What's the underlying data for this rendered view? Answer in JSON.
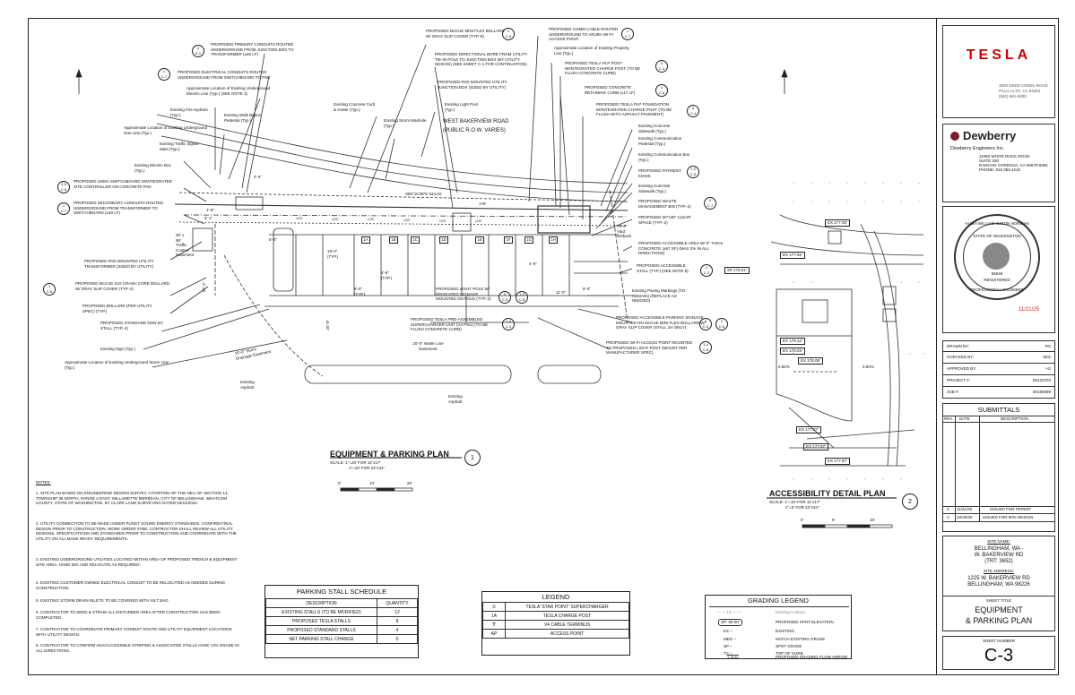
{
  "plan": {
    "road_name": "WEST BAKERVIEW ROAD",
    "road_note": "(PUBLIC R.O.W. VARIES)",
    "title": "EQUIPMENT & PARKING PLAN",
    "number": "1",
    "scale1": "SCALE: 1\"=20' FOR 11\"x17\"",
    "scale2": "1\"=10' FOR 22\"x34\"",
    "bar": [
      "0'",
      "10'",
      "20'"
    ],
    "bearing": "S89°16'38\"E  534.81'",
    "callouts_left": [
      "PROPOSED PRIMARY CONDUITS ROUTED UNDERGROUND FROM JUNCTION BOX TO TRANSFORMER (±65 LF)",
      "PROPOSED ELECTRICAL CONDUITS ROUTED UNDERGROUND FROM SWITCHBOARD TO PSU",
      "Approximate Location of Existing Underground Electric Line (Typ.) (SEE NOTE 3)",
      "Existing Fire Hydrant (Typ.)",
      "Existing Walk Button Pedestal (Typ.)",
      "Approximate Location of Existing Underground Gas Line (Typ.)",
      "Existing Traffic Signal Mast (Typ.)",
      "Existing Electric Box (Typ.)",
      "PROPOSED 1600A SWITCHBOARD W/INTEGRATED SITE CONTROLLER ON CONCRETE PAD",
      "PROPOSED SECONDARY CONDUITS ROUTED UNDERGROUND FROM TRANSFORMER TO SWITCHBOARD (±20 LF)",
      "PROPOSED PAD MOUNTED UTILITY TRANSFORMER (SIZED BY UTILITY)",
      "PROPOSED McCUE S10 CRASH CORE BOLLARD W/ GRAY SLIP COVER (TYP.-2)",
      "PROPOSED BOLLARD (PER UTILITY SPEC) (TYP.)",
      "PROPOSED STANDARD NON-EV STALL (TYP.-4)",
      "Existing Sign (Typ.)",
      "Approximate Location of Existing Underground Storm Line (Typ.)"
    ],
    "callouts_right": [
      "PROPOSED COMM CABLE ROUTED UNDERGROUND TO ARUBA WI-FI ACCESS POINT",
      "Approximate Location of Existing Property Line (Typ.)",
      "PROPOSED TESLA PLP POST W/INTEGRATED CHARGE POST (TO BE FLUSH CONCRETE CURB)",
      "PROPOSED CONCRETE RETAINING CURB (±17 LF)",
      "PROPOSED TESLA PLP FOUNDATION W/INTEGRATED CHARGE POST (TO BE FLUSH WITH ASPHALT PAVEMENT)",
      "Existing Concrete Sidewalk (Typ.)",
      "Existing Communication Pedestal (Typ.)",
      "Existing Communication Box (Typ.)",
      "PROPOSED PAYMENT KIOSK",
      "Existing Concrete Sidewalk (Typ.)",
      "PROPOSED WASTE MANAGEMENT BIN (TYP.-2)",
      "PROPOSED 30\"x48\" CLEAR SPACE (TYP.-2)",
      "PROPOSED ACCESSIBLE AREA W/ 6\" THICK CONCRETE (±57 SF) (MAX 2% IN ALL DIRECTIONS)",
      "PROPOSED ACCESSIBLE STALL (TYP.) (SEE NOTE 8)",
      "Existing Paving Markings (TO REMAIN) (REPLACE AS NEEDED)",
      "PROPOSED ACCESSIBLE PARKING SIGNAGE MOUNTED ON McCUE MINI FLEX BOLLARD W/ GRAY SLIP COVER (STALL 1H ONLY)",
      "PROPOSED WI-FI ACCESS POINT MOUNTED TO PROPOSED LIGHT POST (MOUNT PER MANUFACTURER SPEC)"
    ],
    "callouts_center": [
      "PROPOSED McCUE MINI FLEX BOLLARD W/ GRAY SLIP COVER (TYP.-5)",
      "PROPOSED DIRECTIONAL BORE FROM UTILITY TIE-IN POLE TO JUNCTION BOX (BY UTILITY DESIGN) (SEE SHEET C-1 FOR CONTINUATION)",
      "PROPOSED PAD MOUNTED UTILITY JUNCTION BOX (SIZED BY UTILITY)",
      "Existing Light Post (Typ.)",
      "Existing Concrete Curb & Gutter (Typ.)",
      "Existing Storm Manhole (Typ.)",
      "PROPOSED LIGHT POLE W/ DEDICATED SIGNAGE MOUNTED ON POLE (TYP.-2)",
      "PROPOSED TESLA PRE-ASSEMBLED SUPERCHARGER UNIT (V4 PSU) (TO BE FLUSH CONCRETE CURB)",
      "Existing Asphalt",
      "Existing Asphalt",
      "20'-0\" Water Line Easement",
      "15'-0\" Storm Drainage Easement"
    ],
    "stall_labels": [
      "1A",
      "1B",
      "1C",
      "1D",
      "1E",
      "1F",
      "1G",
      "1H"
    ],
    "dims": [
      "4'-4\"",
      "1'-9\"",
      "4'-1\"",
      "5'-6\"",
      "18'-0\" (TYP.)",
      "4'-6\" (TYP.)",
      "9'-0\" (TYP.)",
      "22'-1\"",
      "25'-0\"",
      "4'-6\"",
      "11'-0\"",
      "5'-0\"",
      "178'",
      "75'-0\" Yard Setback",
      "30' x 95' Traffic Control Easement"
    ]
  },
  "detail": {
    "title": "ACCESSIBILITY DETAIL PLAN",
    "number": "2",
    "scale1": "SCALE: 1\"=10' FOR 11\"x17\"",
    "scale2": "1\"=5' FOR 22\"x34\"",
    "bar": [
      "0'",
      "5'",
      "10'"
    ],
    "elevations": [
      "EX 177.95'",
      "EX 177.92'",
      "SP 178.01'",
      "EX 178.12'",
      "EX 178.03'",
      "EX 178.08'",
      "EX 177.87'",
      "EX 177.87'",
      "EX 177.87'"
    ],
    "grades": [
      "0.82%",
      "0.60%"
    ]
  },
  "notes": {
    "heading": "NOTES:",
    "items": [
      "1.  SITE PLAN BASED ON ENGINEERING DESIGN SURVEY, A PORTION OF THE NE¼ OF SECTION 14, TOWNSHIP 38 NORTH, RANGE 2 EAST, WILLAMETTE MERIDIAN, CITY OF BELLINGHAM, WHATCOM COUNTY, STATE OF WASHINGTON. BY CLARK LAND SURVEYING DATED 03/21/2024.",
      "2.  UTILITY CONNECTION TO BE MADE UNDER PUGET SOUND ENERGY STANDARDS, CONFIRM FINAL DESIGN PRIOR TO CONSTRUCTION, WORK ORDER #TBD. CONTRACTOR SHALL REVIEW ALL UTILITY DESIGNS, SPECIFICATIONS AND STANDARDS PRIOR TO CONSTRUCTION AND COORDINATE WITH THE UTILITY ON ALL MAKE READY REQUIREMENTS.",
      "3.  EXISTING UNDERGROUND UTILITIES LOCATED WITHIN AREA OF PROPOSED TRENCH & EQUIPMENT SITE AREA. HAND DIG AND RELOCATE AS REQUIRED.",
      "4.  EXISTING CUSTOMER OWNED ELECTRICAL CONDUIT TO BE RELOCATED AS NEEDED DURING CONSTRUCTION.",
      "5.  EXISTING STORM DRAIN INLETS TO BE COVERED WITH SILT BAG.",
      "6.  CONTRACTOR TO SEED & STRAW ALL DISTURBED AREA AFTER CONSTRUCTION HAS BEEN COMPLETED.",
      "7.  CONTRACTOR TO COORDINATE PRIMARY CONDUIT ROUTE AND UTILITY EQUIPMENT LOCATIONS WITH UTILITY DESIGN.",
      "8.  CONTRACTOR TO CONFIRM ADA/ACCESSIBLE STRIPING & ASSOCIATED STALLS HAVE <2% GRADE IN ALL DIRECTIONS."
    ]
  },
  "stall_schedule": {
    "title": "PARKING STALL SCHEDULE",
    "headers": [
      "DESCRIPTION",
      "QUANTITY"
    ],
    "rows": [
      [
        "EXISTING STALLS (TO BE MODIFIED)",
        "12"
      ],
      [
        "PROPOSED TESLA STALLS",
        "8"
      ],
      [
        "PROPOSED STANDARD STALLS",
        "4"
      ],
      [
        "NET PARKING STALL CHANGE",
        "0"
      ]
    ]
  },
  "legend": {
    "title": "LEGEND",
    "rows": [
      [
        "①",
        "TESLA 'STAR POINT' SUPERCHARGER"
      ],
      [
        "1A",
        "TESLA CHARGE POST"
      ],
      [
        "T",
        "V4 CABLE TERMINUS"
      ],
      [
        "AP",
        "ACCESS POINT"
      ]
    ]
  },
  "grading_legend": {
    "title": "GRADING LEGEND",
    "rows": [
      [
        "— — 12 — —",
        "Existing Contour"
      ],
      [
        "SP: 50.00'",
        "PROPOSED SPOT ELEVATION"
      ],
      [
        "EX    –",
        "EXISTING"
      ],
      [
        "MEG  –",
        "MATCH EXISTING GRADE"
      ],
      [
        "SP    –",
        "SPOT GRADE"
      ],
      [
        "TC    –",
        "TOP OF CURB"
      ],
      [
        "2.00%",
        "PROPOSED GRADING FLOW ARROW"
      ]
    ]
  },
  "title_block": {
    "tesla_logo": "TESLA",
    "tesla_address": [
      "3500 DEER CREEK ROAD",
      "PALO ALTO, CA 94304",
      "(650) 681-5000"
    ],
    "firm_logo": "Dewberry",
    "firm_name": "Dewberry Engineers Inc.",
    "firm_address": [
      "11060 WHITE ROCK ROAD",
      "SUITE 200",
      "RANCHO CORDOVA, CA 95670-6081",
      "PHONE: 916.363.4210"
    ],
    "seal_text": "HUGH WILLIAM JUSTIN NORMAN",
    "seal_state": "STATE OF WASHINGTON",
    "seal_number": "56049",
    "seal_reg": "REGISTERED",
    "seal_title": "PROFESSIONAL ENGINEER",
    "seal_date": "11/21/25",
    "info": [
      {
        "label": "DRAWN BY:",
        "value": "RS"
      },
      {
        "label": "CHECKED BY:",
        "value": "SES"
      },
      {
        "label": "APPROVED BY:",
        "value": "HJ"
      },
      {
        "label": "PROJECT #:",
        "value": "50123704"
      },
      {
        "label": "JOB #:",
        "value": "50190669"
      }
    ],
    "submittals_title": "SUBMITTALS",
    "submittal_headers": [
      "REV.",
      "DATE",
      "DESCRIPTION"
    ],
    "submittals": [
      [
        "0",
        "11/21/25",
        "ISSUED FOR PERMIT"
      ],
      [
        "A",
        "10/30/25",
        "ISSUED FOR 90% DESIGN"
      ]
    ],
    "site_name_label": "SITE NAME:",
    "site_name": [
      "BELLINGHAM, WA -",
      "W. BAKERVIEW RD",
      "(TRT: 3652)"
    ],
    "site_address_label": "SITE ADDRESS:",
    "site_address": [
      "1225 W. BAKERVIEW RD",
      "BELLINGHAM, WA 98226"
    ],
    "sheet_title_label": "SHEET TITLE",
    "sheet_title": [
      "EQUIPMENT",
      "& PARKING PLAN"
    ],
    "sheet_number_label": "SHEET NUMBER",
    "sheet_number": "C-3"
  }
}
